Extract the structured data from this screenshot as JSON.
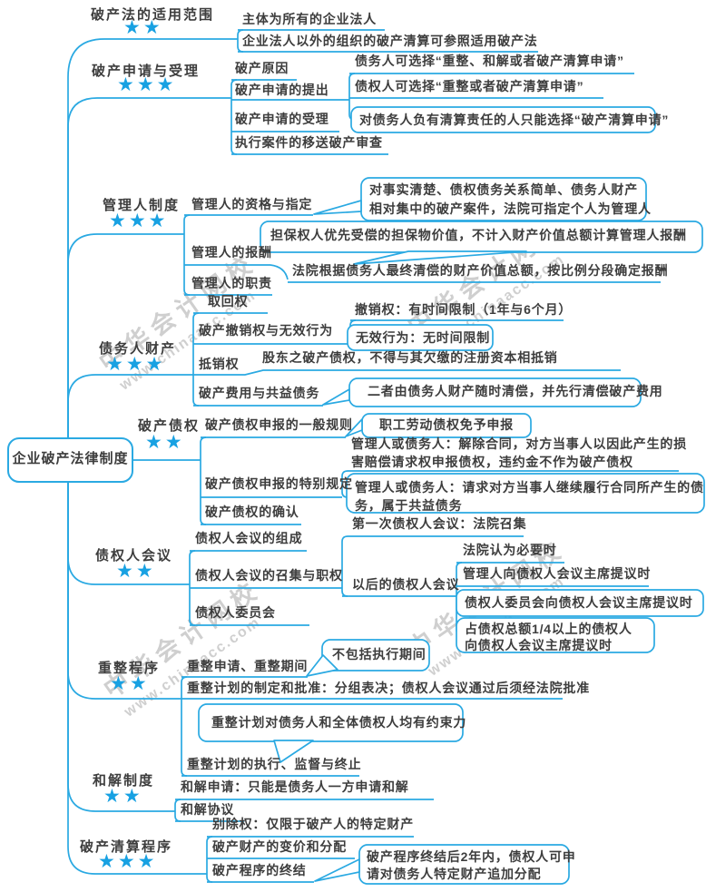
{
  "central": {
    "label": "企业破产法律制度"
  },
  "watermark": {
    "line1": "中华会计网校",
    "line2": "www.chinaacc.com"
  },
  "colors": {
    "line": "#2aa9e2",
    "star": "#18a1e2",
    "text": "#3d3d3d"
  },
  "b1": {
    "label": "破产法的适用范围",
    "stars": "★★",
    "c1": "主体为所有的企业法人",
    "c2": "企业法人以外的组织的破产清算可参照适用破产法"
  },
  "b2": {
    "label": "破产申请与受理",
    "stars": "★★★",
    "c1": "破产原因",
    "c2": "破产申请的提出",
    "c2_1": "债务人可选择“重整、和解或者破产清算申请”",
    "c2_2": "债权人可选择“重整或者破产清算申请”",
    "c2_3": "对债务人负有清算责任的人只能选择“破产清算申请”",
    "c3": "破产申请的受理",
    "c4": "执行案件的移送破产审查"
  },
  "b3": {
    "label": "管理人制度",
    "stars": "★★★",
    "c1": "管理人的资格与指定",
    "c1_note": "对事实清楚、债权债务关系简单、债务人财产\n相对集中的破产案件，法院可指定个人为管理人",
    "c2": "管理人的报酬",
    "c2_note": "担保权人优先受偿的担保物价值，不计入财产价值总额计算管理人报酬",
    "c2_sub": "法院根据债务人最终清偿的财产价值总额，按比例分段确定报酬",
    "c3": "管理人的职责"
  },
  "b4": {
    "label": "债务人财产",
    "stars": "★★★",
    "c1": "取回权",
    "c2": "破产撤销权与无效行为",
    "c2_1": "撤销权：有时间限制（1年与6个月）",
    "c2_2": "无效行为：无时间限制",
    "c3": "抵销权",
    "c3_1": "股东之破产债权，不得与其欠缴的注册资本相抵销",
    "c4": "破产费用与共益债务",
    "c4_note": "二者由债务人财产随时清偿，并先行清偿破产费用"
  },
  "b5": {
    "label": "破产债权",
    "stars": "★★",
    "c1": "破产债权申报的一般规则",
    "c1_note": "职工劳动债权免予申报",
    "c2": "破产债权申报的特别规定",
    "c2_1": "管理人或债务人：解除合同，对方当事人以因此产生的损\n害赔偿请求权申报债权，违约金不作为破产债权",
    "c2_2": "管理人或债务人：请求对方当事人继续履行合同所产生的债\n务，属于共益债务",
    "c3": "破产债权的确认"
  },
  "b6": {
    "label": "债权人会议",
    "stars": "★★",
    "c1": "债权人会议的组成",
    "c2": "债权人会议的召集与职权",
    "c2_1": "第一次债权人会议：法院召集",
    "c2_2": "以后的债权人会议",
    "c2_2_1": "法院认为必要时",
    "c2_2_2": "管理人向债权人会议主席提议时",
    "c2_2_3": "债权人委员会向债权人会议主席提议时",
    "c2_2_4": "占债权总额1/4以上的债权人\n向债权人会议主席提议时",
    "c3": "债权人委员会"
  },
  "b7": {
    "label": "重整程序",
    "stars": "★★",
    "c1": "重整申请、重整期间",
    "c1_note": "不包括执行期间",
    "c2": "重整计划的制定和批准：分组表决；债权人会议通过后须经法院批准",
    "c3_note": "重整计划对债务人和全体债权人均有约束力",
    "c3": "重整计划的执行、监督与终止"
  },
  "b8": {
    "label": "和解制度",
    "stars": "★★",
    "c1": "和解申请：只能是债务人一方申请和解",
    "c2": "和解协议"
  },
  "b9": {
    "label": "破产清算程序",
    "stars": "★★★",
    "c1": "别除权：仅限于破产人的特定财产",
    "c2": "破产财产的变价和分配",
    "c3": "破产程序的终结",
    "c3_note": "破产程序终结后2年内，债权人可申\n请对债务人特定财产追加分配"
  }
}
